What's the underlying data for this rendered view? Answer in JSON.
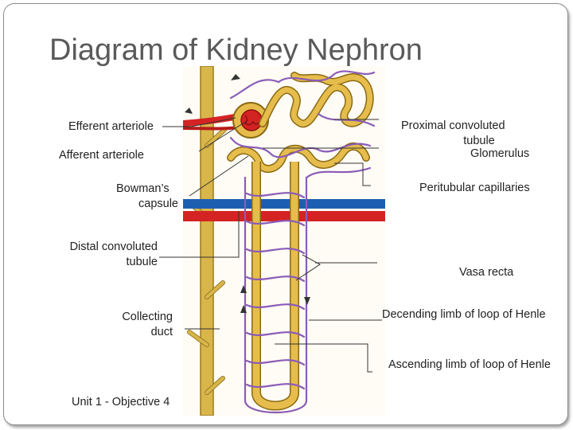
{
  "title": "Diagram of Kidney Nephron",
  "labels": {
    "efferent_arteriole": "Efferent arteriole",
    "afferent_arteriole": "Afferent arteriole",
    "bowmans_capsule_1": "Bowman’s",
    "bowmans_capsule_2": "capsule",
    "distal_1": "Distal convoluted",
    "distal_2": "tubule",
    "collecting_1": "Collecting",
    "collecting_2": "duct",
    "proximal_1": "Proximal convoluted",
    "proximal_2": "tubule",
    "glomerulus": "Glomerulus",
    "peritubular": "Peritubular capillaries",
    "vasa_recta": "Vasa recta",
    "descending": "Decending limb of loop of Henle",
    "ascending": "Ascending limb of loop of Henle"
  },
  "footer": "Unit 1 - Objective 4",
  "colors": {
    "background": "#fffcf5",
    "collecting_duct": "#d8b64a",
    "tubule": "#e6bd4c",
    "tubule_outline": "#8a6a12",
    "capillary": "#8a5cb8",
    "artery": "#d42323",
    "vein": "#1c5fb0",
    "title": "#5a5a5a"
  }
}
